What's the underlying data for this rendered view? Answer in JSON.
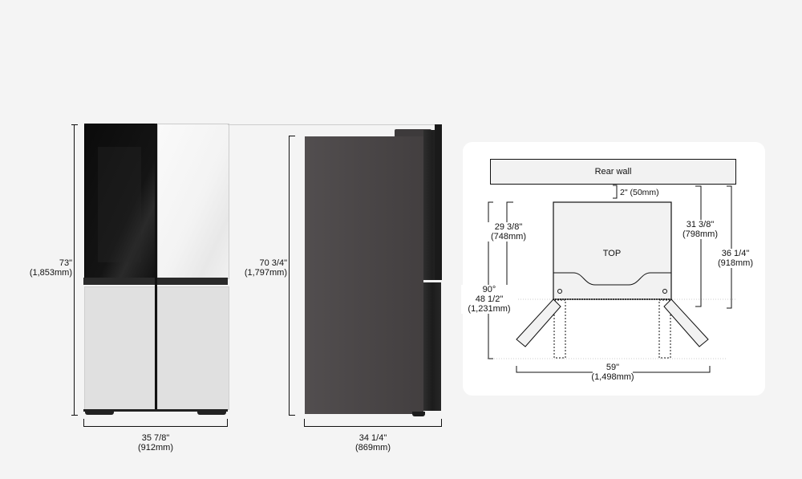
{
  "front_view": {
    "height_imperial": "73\"",
    "height_metric": "(1,853mm)",
    "width_imperial": "35 7/8\"",
    "width_metric": "(912mm)",
    "colors": {
      "top_left_door": "#0f0f0f",
      "top_right_door": "#f6f6f6",
      "bottom_doors": "#e1e1e1",
      "trim": "#222222"
    }
  },
  "side_view": {
    "height_imperial": "70 3/4\"",
    "height_metric": "(1,797mm)",
    "depth_imperial": "34 1/4\"",
    "depth_metric": "(869mm)",
    "colors": {
      "body": "#4a4647",
      "door_edge": "#2a2a2a"
    }
  },
  "top_view": {
    "rear_wall_label": "Rear wall",
    "top_label": "TOP",
    "wall_gap": "2\" (50mm)",
    "depth_cabinet_imperial": "29 3/8\"",
    "depth_cabinet_metric": "(748mm)",
    "depth_doors_imperial": "31 3/8\"",
    "depth_doors_metric": "(798mm)",
    "depth_total_imperial": "36 1/4\"",
    "depth_total_metric": "(918mm)",
    "open_angle": "90°",
    "open_depth_imperial": "48 1/2\"",
    "open_depth_metric": "(1,231mm)",
    "open_width_imperial": "59\"",
    "open_width_metric": "(1,498mm)"
  }
}
